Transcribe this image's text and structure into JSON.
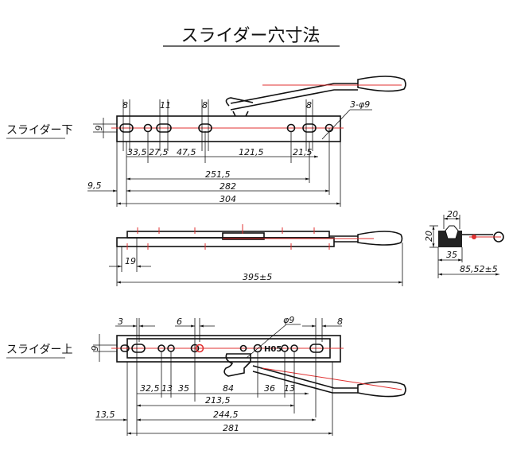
{
  "title": "スライダー穴寸法",
  "colors": {
    "line": "#111111",
    "center_line": "#e03030"
  },
  "top_view": {
    "label": "スライダー下",
    "hole_dims": [
      "8",
      "11",
      "8",
      "8"
    ],
    "hole_note": "3-φ9",
    "height_dim": "9",
    "pitch_dims": [
      "33,5",
      "27,5",
      "47,5",
      "121,5",
      "21,5"
    ],
    "overall_dims": [
      "251,5",
      "282",
      "304"
    ],
    "offset_dim": "9,5"
  },
  "side_view": {
    "offset_dim": "19",
    "overall_dim": "395±5"
  },
  "end_view": {
    "width_dim": "20",
    "height_dim": "20",
    "base_dim": "35",
    "overall_dim": "85,52±5"
  },
  "bottom_view": {
    "label": "スライダー上",
    "hole_dims": [
      "3",
      "6",
      "8"
    ],
    "hole_note": "φ9",
    "height_dim": "9",
    "marking": "H05",
    "pitch_dims": [
      "32,5",
      "13",
      "35",
      "84",
      "36",
      "13"
    ],
    "overall_dims": [
      "213,5",
      "244,5",
      "281"
    ],
    "offset_dim": "13,5"
  }
}
